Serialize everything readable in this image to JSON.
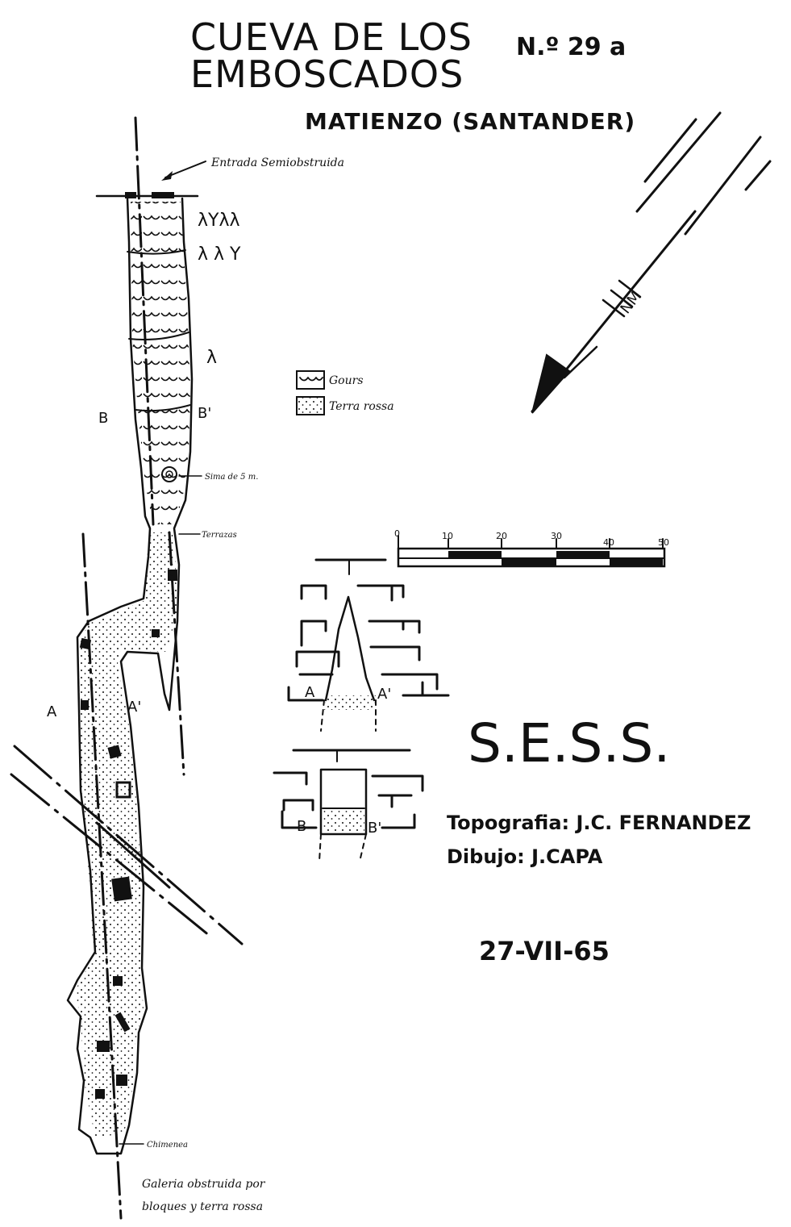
{
  "title": {
    "line1": "CUEVA DE LOS",
    "line2": "EMBOSCADOS",
    "number": "N.º 29 a",
    "location": "MATIENZO (SANTANDER)"
  },
  "annotations": {
    "entrance": "Entrada Semiobstruida",
    "shaft": "Sima de 5 m.",
    "terraces": "Terrazas",
    "chimney": "Chimenea",
    "blocked_line1": "Galeria obstruida por",
    "blocked_line2": "bloques y terra rossa"
  },
  "legend": {
    "gours": "Gours",
    "terra_rossa": "Terra rossa"
  },
  "sections": {
    "a": "A",
    "a_prime": "A'",
    "b": "B",
    "b_prime": "B'"
  },
  "north_label": "NM",
  "scale": {
    "ticks": [
      "0",
      "10",
      "20",
      "30",
      "40",
      "50"
    ]
  },
  "credits": {
    "club": "S.E.S.S.",
    "survey": "Topografia: J.C. FERNANDEZ",
    "drawing": "Dibujo: J.CAPA",
    "date": "27-VII-65"
  }
}
